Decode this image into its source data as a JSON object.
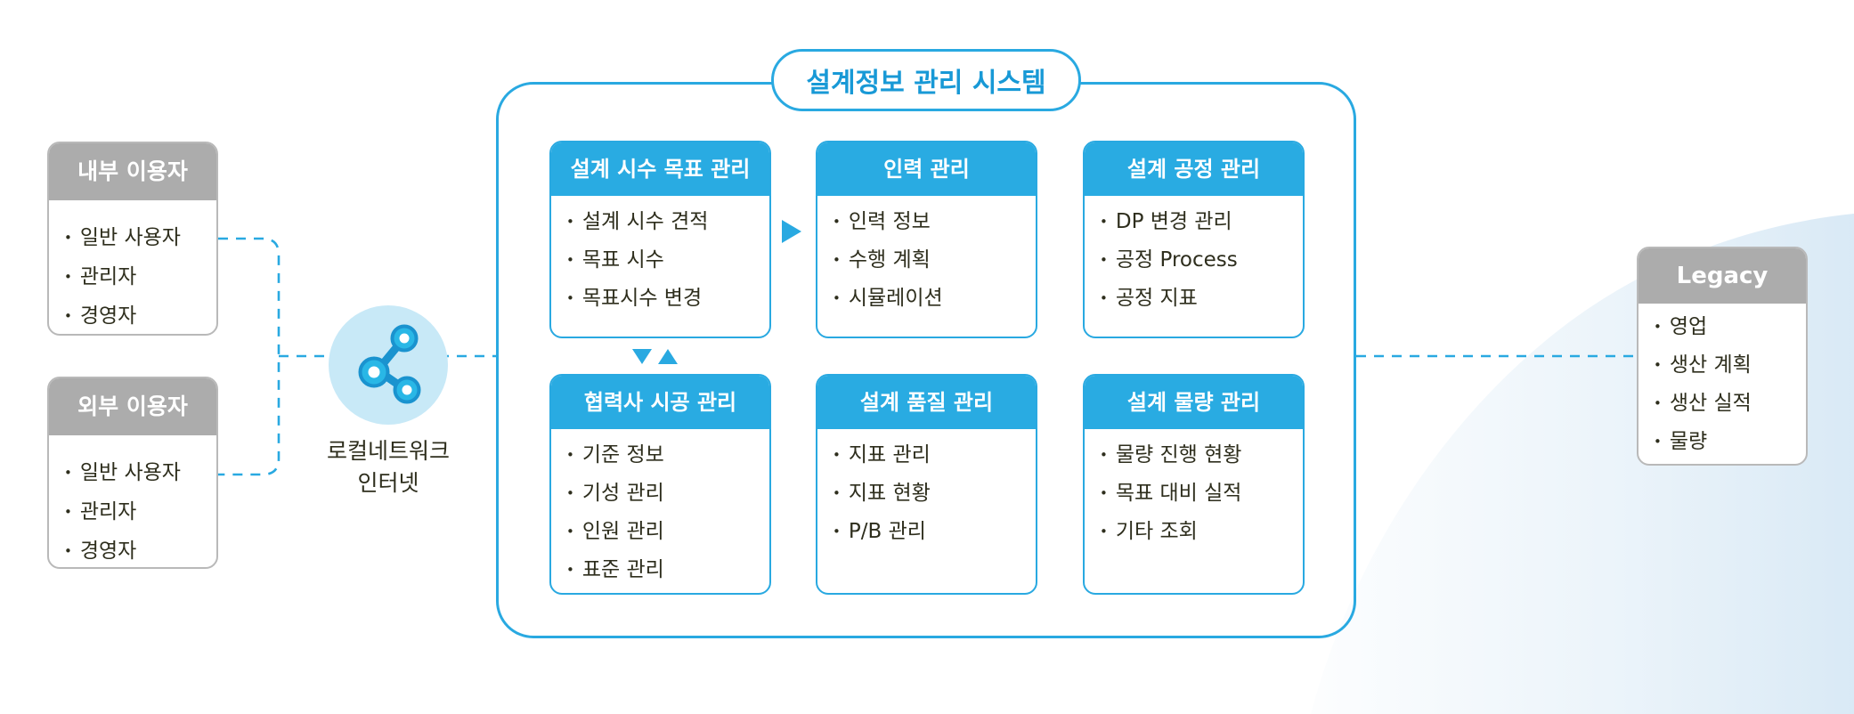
{
  "left_panel": {
    "internal_users": {
      "title": "내부 이용자",
      "items": [
        "일반 사용자",
        "관리자",
        "경영자"
      ]
    },
    "external_users": {
      "title": "외부 이용자",
      "items": [
        "일반 사용자",
        "관리자",
        "경영자"
      ]
    }
  },
  "network": {
    "label_line1": "로컬네트워크",
    "label_line2": "인터넷"
  },
  "system": {
    "title": "설계정보 관리 시스템",
    "modules": [
      {
        "title": "설계 시수 목표 관리",
        "items": [
          "설계 시수 견적",
          "목표 시수",
          "목표시수 변경"
        ]
      },
      {
        "title": "인력 관리",
        "items": [
          "인력 정보",
          "수행 계획",
          "시뮬레이션"
        ]
      },
      {
        "title": "설계 공정 관리",
        "items": [
          "DP 변경 관리",
          "공정 Process",
          "공정 지표"
        ]
      },
      {
        "title": "협력사 시공 관리",
        "items": [
          "기준 정보",
          "기성 관리",
          "인원 관리",
          "표준 관리"
        ]
      },
      {
        "title": "설계 품질 관리",
        "items": [
          "지표 관리",
          "지표 현황",
          "P/B 관리"
        ]
      },
      {
        "title": "설계 물량 관리",
        "items": [
          "물량 진행 현황",
          "목표 대비 실적",
          "기타 조회"
        ]
      }
    ]
  },
  "legacy": {
    "title": "Legacy",
    "items": [
      "영업",
      "생산 계획",
      "생산 실적",
      "물량"
    ]
  },
  "colors": {
    "accent_blue": "#29A9E1",
    "card_header_blue": "#29ABE2",
    "title_text_blue": "#1899D6",
    "header_gray": "#ACACAC",
    "body_text": "#2E2E1D",
    "network_circle": "#C8E9F7",
    "background_wash": "#DCEBF6"
  }
}
